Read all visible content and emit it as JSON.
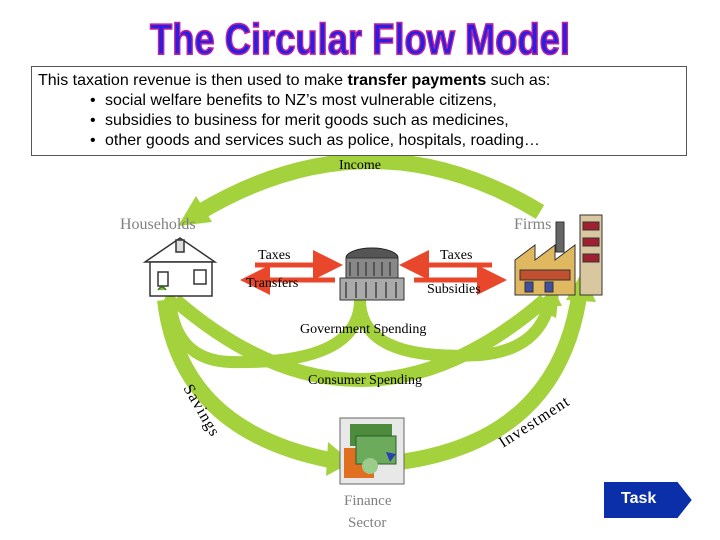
{
  "title": "The Circular Flow Model",
  "textbox": {
    "intro_pre": "This taxation revenue is then used to make ",
    "intro_bold": "transfer payments",
    "intro_post": " such as:",
    "bullets": [
      "social welfare benefits to NZ’s most vulnerable citizens,",
      "subsidies to business for merit goods such as medicines,",
      "other goods and services such as police, hospitals, roading…"
    ]
  },
  "diagram": {
    "income": "Income",
    "households": "Households",
    "firms": "Firms",
    "taxes_left": "Taxes",
    "taxes_right": "Taxes",
    "transfers": "Transfers",
    "subsidies": "Subsidies",
    "government_spending": "Government Spending",
    "consumer_spending": "Consumer Spending",
    "savings": "Savings",
    "investment": "Investment",
    "finance_line1": "Finance",
    "finance_line2": "Sector"
  },
  "task_button": "Task",
  "colors": {
    "title_fill": "#2a1fe0",
    "title_stroke": "#c0219f",
    "arrow_green": "#a4d23c",
    "arrow_red": "#e8472b",
    "task_blue": "#0a2fa8"
  }
}
